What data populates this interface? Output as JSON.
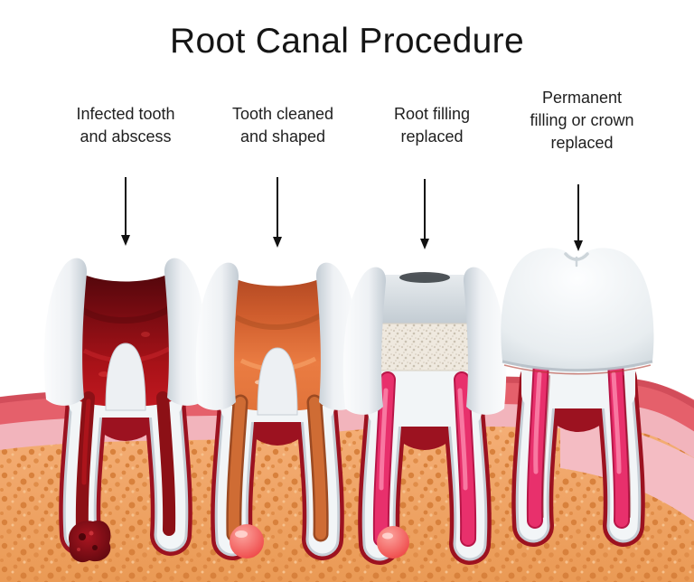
{
  "title": "Root Canal Procedure",
  "stages": [
    {
      "id": "stage-1",
      "label": "Infected tooth\nand abscess"
    },
    {
      "id": "stage-2",
      "label": "Tooth cleaned\nand shaped"
    },
    {
      "id": "stage-3",
      "label": "Root filling\nreplaced"
    },
    {
      "id": "stage-4",
      "label": "Permanent\nfilling or crown\nreplaced"
    }
  ],
  "colors": {
    "title_text": "#151515",
    "label_text": "#1f1f1f",
    "arrow": "#111111",
    "enamel": "#f2f5f7",
    "enamel_shadow": "#c6ced6",
    "infected_pulp": "#a91218",
    "infected_pulp_dark": "#4f060b",
    "cleaned_pulp": "#ea7c42",
    "cleaned_pulp_dark": "#b04722",
    "temp_filling_grey": "#ccd3d9",
    "gutta_percha_cream": "#efe9df",
    "root_filling_pink": "#e8306c",
    "root_filling_pink_dark": "#b81648",
    "abscess_red": "#8e1118",
    "inflamed_bulb_red": "#ee4343",
    "gum_rose": "#e5606b",
    "gum_rose_dark": "#cf4b59",
    "gum_pale_pink": "#f2b4bc",
    "bone_orange": "#f0a466",
    "bone_dot_orange": "#d8813c",
    "socket_dark_red": "#9c1220"
  }
}
